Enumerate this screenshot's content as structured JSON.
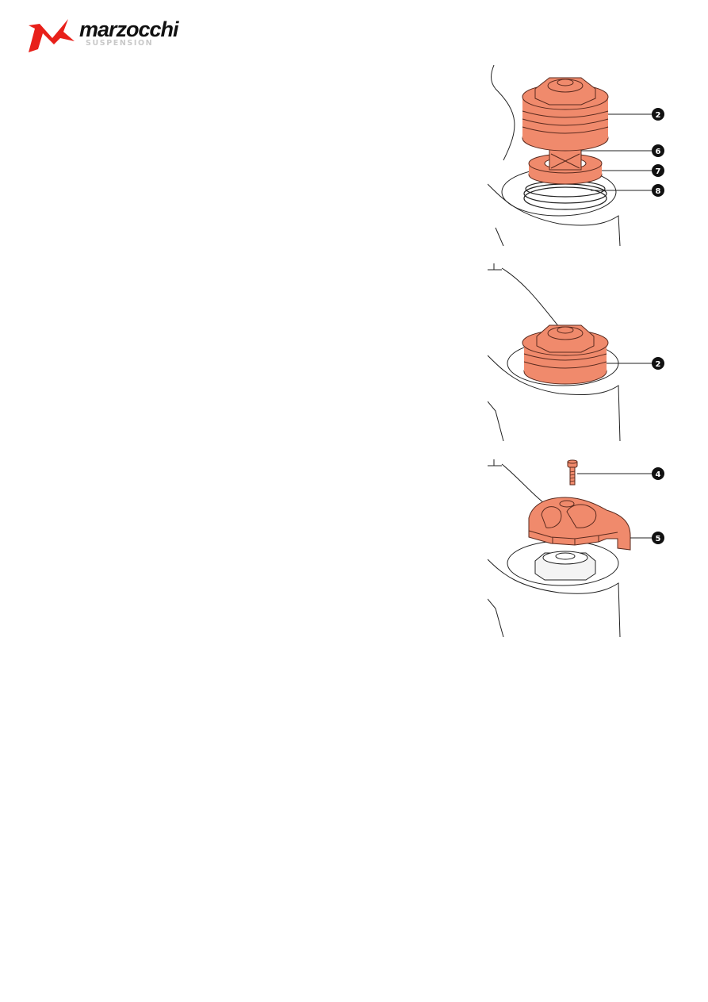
{
  "header": {
    "logo_word": "marzocchi",
    "logo_sub": "SUSPENSION",
    "logo_mark_icon": "marzocchi-m-mark",
    "brand_color": "#e8201a"
  },
  "figures": [
    {
      "id": "figure-1",
      "description": "Top cap assembly lifted out of fork leg",
      "callouts": [
        "2",
        "6",
        "7",
        "8"
      ]
    },
    {
      "id": "figure-2",
      "description": "Top cap threaded into fork leg",
      "callouts": [
        "2"
      ]
    },
    {
      "id": "figure-3",
      "description": "Adjuster knob and bolt above top cap",
      "callouts": [
        "4",
        "5"
      ]
    }
  ],
  "colors": {
    "part_fill": "#f08a6c",
    "part_stroke": "#5a2a1e",
    "line": "#222222",
    "callout_bg": "#111111"
  }
}
